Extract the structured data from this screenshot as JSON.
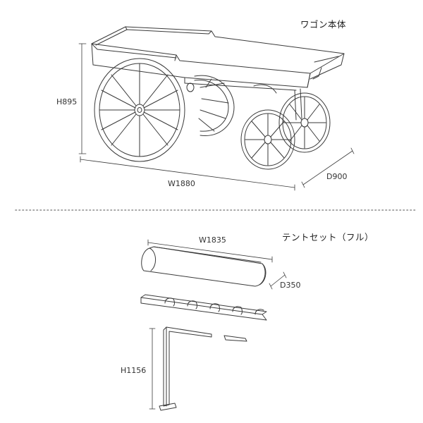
{
  "wagon": {
    "title": "ワゴン本体",
    "height_label": "H895",
    "width_label": "W1880",
    "depth_label": "D900"
  },
  "tent": {
    "title": "テントセット（フル）",
    "width_label": "W1835",
    "depth_label": "D350",
    "height_label": "H1156"
  },
  "colors": {
    "line": "#3a3a3a",
    "divider": "#888888",
    "background": "#ffffff"
  }
}
